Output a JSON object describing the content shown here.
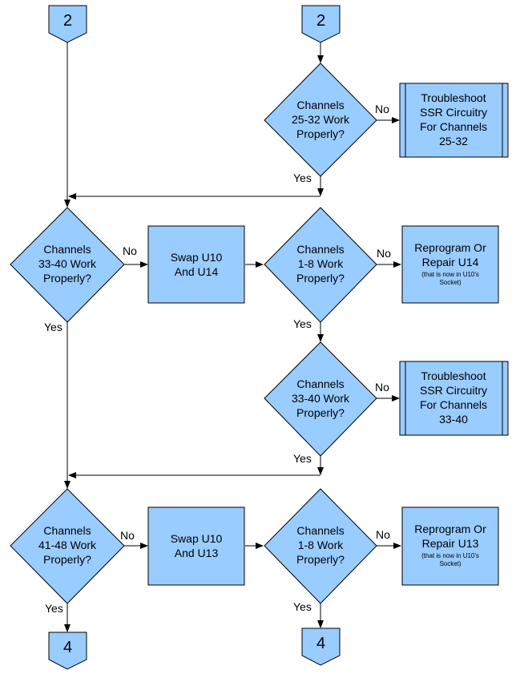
{
  "connectors": {
    "top_left": "2",
    "top_right": "2",
    "bottom_left": "4",
    "bottom_right": "4"
  },
  "decisions": {
    "d1": [
      "Channels",
      "25-32 Work",
      "Properly?"
    ],
    "d2": [
      "Channels",
      "33-40 Work",
      "Properly?"
    ],
    "d3": [
      "Channels",
      "1-8 Work",
      "Properly?"
    ],
    "d4": [
      "Channels",
      "33-40 Work",
      "Properly?"
    ],
    "d5": [
      "Channels",
      "41-48 Work",
      "Properly?"
    ],
    "d6": [
      "Channels",
      "1-8 Work",
      "Properly?"
    ]
  },
  "processes": {
    "swap1": [
      "Swap U10",
      "And U14"
    ],
    "swap2": [
      "Swap U10",
      "And U13"
    ]
  },
  "subprocesses": {
    "ts1": [
      "Troubleshoot",
      "SSR Circuitry",
      "For Channels",
      "25-32"
    ],
    "ts2": [
      "Troubleshoot",
      "SSR Circuitry",
      "For Channels",
      "33-40"
    ]
  },
  "reprograms": {
    "r1": {
      "lines": [
        "Reprogram Or",
        "Repair U14"
      ],
      "note": [
        "(that is now in U10's",
        "Socket)"
      ]
    },
    "r2": {
      "lines": [
        "Reprogram Or",
        "Repair U13"
      ],
      "note": [
        "(that is now in U10's",
        "Socket)"
      ]
    }
  },
  "edge_labels": {
    "yes": "Yes",
    "no": "No"
  },
  "colors": {
    "shape_fill": "#99ccff",
    "stroke": "#000000"
  }
}
